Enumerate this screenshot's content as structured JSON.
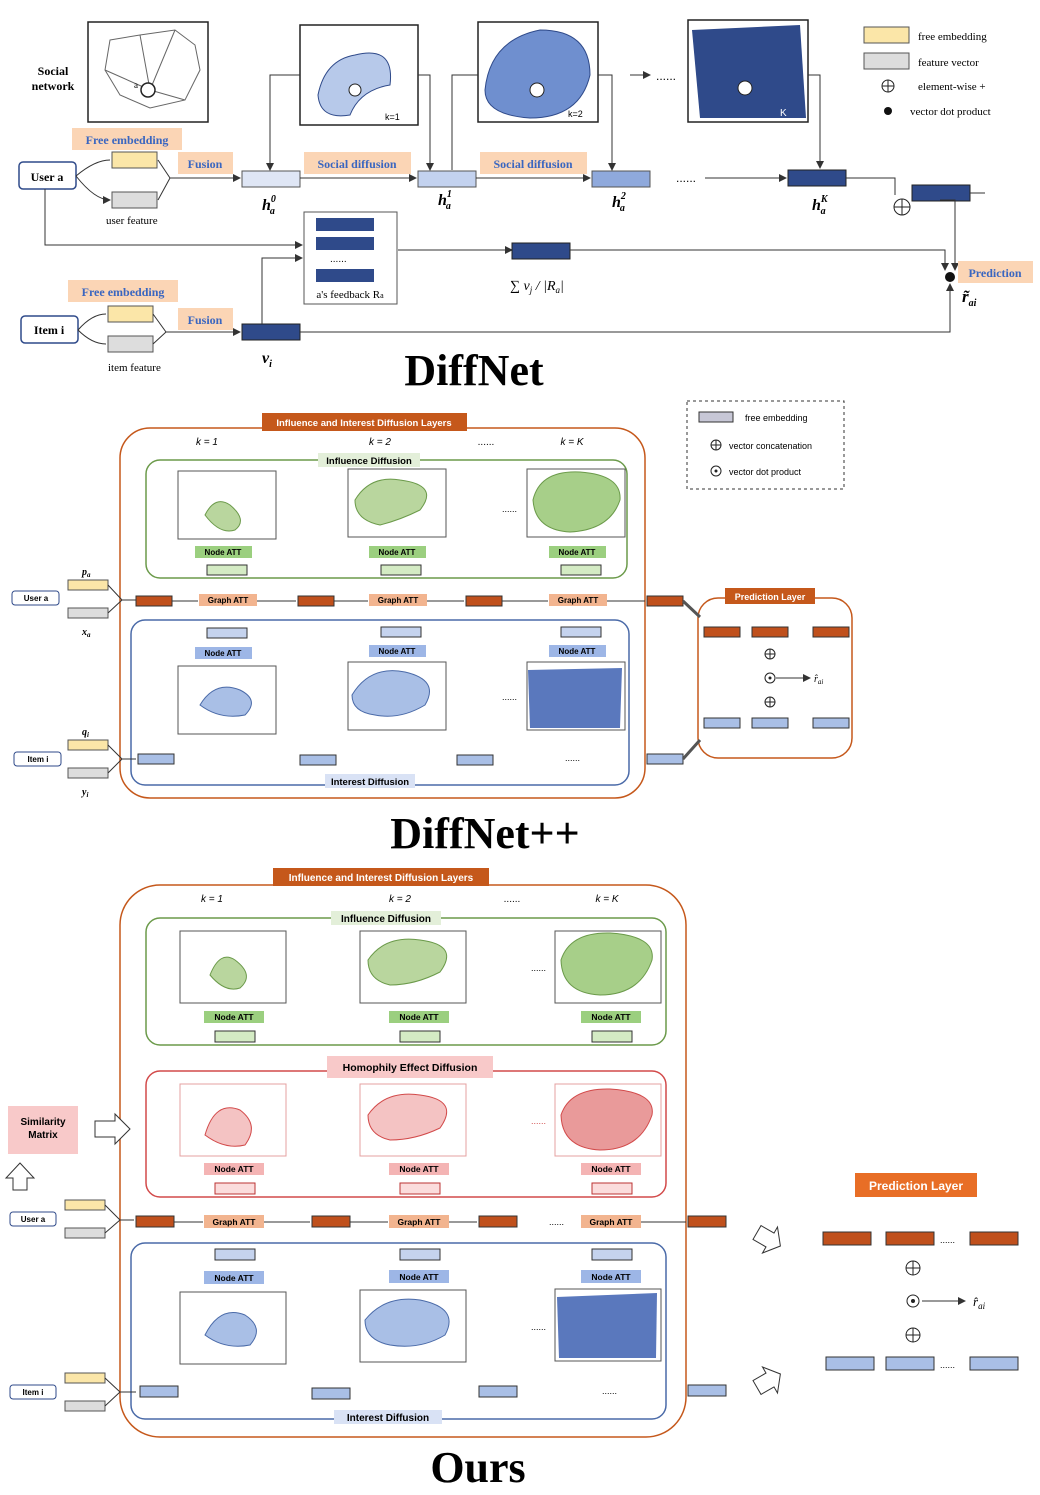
{
  "diffnet": {
    "title": "DiffNet",
    "social_network": "Social\nnetwork",
    "node_a": "a",
    "k1": "k=1",
    "k2": "k=2",
    "kK": "K",
    "user": "User a",
    "item": "Item i",
    "free_embedding": "Free embedding",
    "fusion": "Fusion",
    "social_diffusion": "Social diffusion",
    "user_feature": "user feature",
    "item_feature": "item feature",
    "h0": "h",
    "h0_sup": "0",
    "h_sub": "a",
    "h1_sup": "1",
    "h2_sup": "2",
    "hK_sup": "K",
    "feedback": "a's feedback R",
    "feedback_sub": "a",
    "sum_label": "∑ v",
    "v_i": "v",
    "v_sub": "i",
    "prediction": "Prediction",
    "r_ai": "r̃",
    "r_sub": "ai",
    "dots": "......",
    "legend": {
      "free_embedding": "free embedding",
      "feature_vector": "feature vector",
      "element_wise": "element-wise +",
      "dot_product": "vector dot product"
    }
  },
  "diffnetpp": {
    "title": "DiffNet++",
    "layers_header": "Influence and Interest Diffusion Layers",
    "k1": "k = 1",
    "k2": "k = 2",
    "kdots": "......",
    "kK": "k = K",
    "influence": "Influence Diffusion",
    "interest": "Interest Diffusion",
    "node_att": "Node ATT",
    "graph_att": "Graph ATT",
    "user": "User a",
    "item": "Item i",
    "pa": "p",
    "xa": "x",
    "qi": "q",
    "yi": "y",
    "prediction_layer": "Prediction Layer",
    "legend": {
      "free_embedding": "free embedding",
      "concat": "vector concatenation",
      "dot": "vector dot product"
    }
  },
  "ours": {
    "title": "Ours",
    "layers_header": "Influence and Interest Diffusion Layers",
    "k1": "k = 1",
    "k2": "k = 2",
    "kdots": "......",
    "kK": "k = K",
    "influence": "Influence Diffusion",
    "homophily": "Homophily Effect Diffusion",
    "interest": "Interest Diffusion",
    "similarity": "Similarity\nMatrix",
    "node_att": "Node ATT",
    "graph_att": "Graph ATT",
    "user": "User a",
    "item": "Item i",
    "prediction_layer": "Prediction Layer"
  },
  "colors": {
    "orange_header": "#c5581b",
    "influence_green": "#6b9a4a",
    "interest_blue": "#4a6aa8",
    "homophily_red": "#d24a4a",
    "free_emb": "#fbe6a8",
    "feature": "#d8d8d8",
    "dark_blue": "#2f4a8a",
    "light_blue": "#a9bfe6",
    "dark_orange": "#c0501c"
  }
}
